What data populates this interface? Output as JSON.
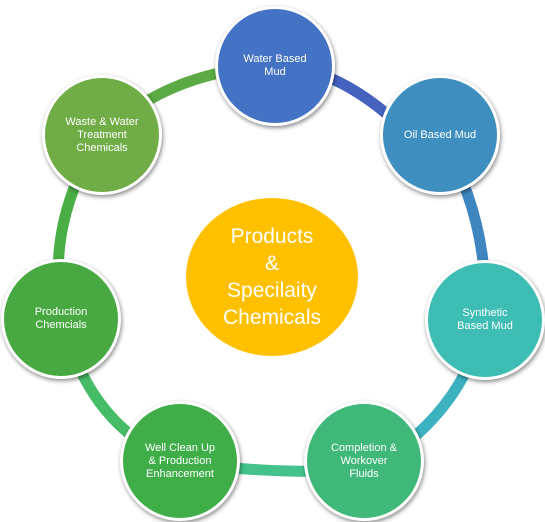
{
  "center": {
    "lines": [
      "Products",
      "&",
      "Specilaity",
      "Chemicals"
    ],
    "color": "#FFC000"
  },
  "nodes": [
    {
      "lines": [
        "Water Based",
        "Mud"
      ],
      "color": "#4472C4",
      "ring_color": "#4462BE"
    },
    {
      "lines": [
        "Oil Based Mud"
      ],
      "color": "#3E8EC0",
      "ring_color": "#3F86C0"
    },
    {
      "lines": [
        "Synthetic",
        "Based Mud"
      ],
      "color": "#3DBDB4",
      "ring_color": "#3CB2C0"
    },
    {
      "lines": [
        "Completion &",
        "Workover",
        "Fluids"
      ],
      "color": "#40B87A",
      "ring_color": "#43C28C"
    },
    {
      "lines": [
        "Well Clean Up",
        "& Production",
        "Enhancement"
      ],
      "color": "#3FAE49",
      "ring_color": "#46BC66"
    },
    {
      "lines": [
        "Production",
        "Chemcials"
      ],
      "color": "#48A942",
      "ring_color": "#49AE45"
    },
    {
      "lines": [
        "Waste & Water",
        "Treatment",
        "Chemicals"
      ],
      "color": "#70AD47",
      "ring_color": "#5BAA44"
    }
  ]
}
